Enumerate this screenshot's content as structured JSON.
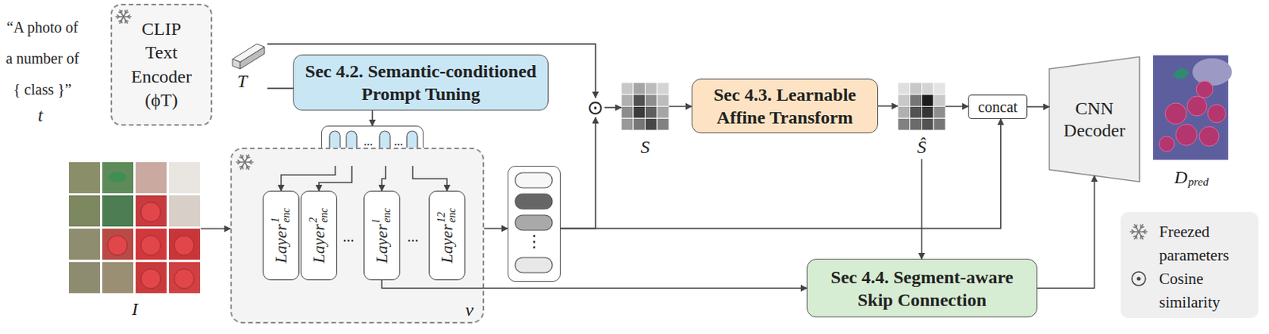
{
  "diagram": {
    "nodes": [
      {
        "text": [
          "CLIP Text Encoder (ϕT)"
        ]
      },
      {
        "text": [
          "T"
        ]
      },
      {
        "text": [
          "Sec 4.2. Semantic-conditioned Prompt Tuning"
        ]
      },
      {
        "text": [
          "...",
          "..."
        ]
      },
      {
        "text": [
          "I"
        ]
      },
      {
        "text": [
          "v"
        ]
      },
      {
        "text": [
          "Layer",
          "1",
          "enc"
        ],
        "in": 5
      },
      {
        "text": [
          "Layer",
          "2",
          "enc"
        ],
        "in": 5
      },
      {
        "text": [
          "Layer",
          "l",
          "enc"
        ],
        "in": 5
      },
      {
        "text": [
          "Layer",
          "12",
          "enc"
        ],
        "in": 5
      },
      {
        "text": [
          "⋮"
        ]
      },
      {
        "text": [
          "⊙"
        ]
      },
      {
        "text": [
          "S"
        ]
      },
      {
        "text": [
          "Sec 4.3. Learnable Affine Transform"
        ]
      },
      {
        "text": [
          "Ŝ"
        ]
      },
      {
        "text": [
          "concat"
        ]
      },
      {
        "text": [
          "CNN Decoder"
        ]
      },
      {
        "text": [
          "Sec 4.4. Segment-aware Skip Connection"
        ]
      }
    ],
    "edges": [
      {
        "from": 1,
        "to": 11,
        "arrow": "to"
      },
      {
        "from": 1,
        "to": 2,
        "arrow": "none"
      },
      {
        "from": 2,
        "to": 3,
        "arrow": "to"
      },
      {
        "from": 3,
        "to": 6,
        "arrow": "to"
      },
      {
        "from": 3,
        "to": 7,
        "arrow": "to"
      },
      {
        "from": 3,
        "to": 8,
        "arrow": "to"
      },
      {
        "from": 3,
        "to": 9,
        "arrow": "to"
      },
      {
        "from": 4,
        "to": 5,
        "arrow": "to"
      },
      {
        "from": 5,
        "to": 10,
        "arrow": "to"
      },
      {
        "from": 10,
        "to": 11,
        "arrow": "to"
      },
      {
        "from": 10,
        "to": 15,
        "arrow": "to"
      },
      {
        "from": 11,
        "to": 12,
        "arrow": "to"
      },
      {
        "from": 12,
        "to": 13,
        "arrow": "to"
      },
      {
        "from": 13,
        "to": 14,
        "arrow": "to"
      },
      {
        "from": 14,
        "to": 15,
        "arrow": "to"
      },
      {
        "from": 15,
        "to": 16,
        "arrow": "to"
      },
      {
        "from": 14,
        "to": 17,
        "arrow": "to"
      },
      {
        "from": 8,
        "to": 17,
        "arrow": "to"
      },
      {
        "from": 17,
        "to": 16,
        "arrow": "to"
      }
    ],
    "labels": [
      "“A photo of a number of { class }”",
      "t",
      "...",
      "...",
      "D",
      "pred"
    ],
    "legend": [
      {
        "text": "Freezed parameters"
      },
      {
        "text": "Cosine similarity"
      }
    ]
  }
}
